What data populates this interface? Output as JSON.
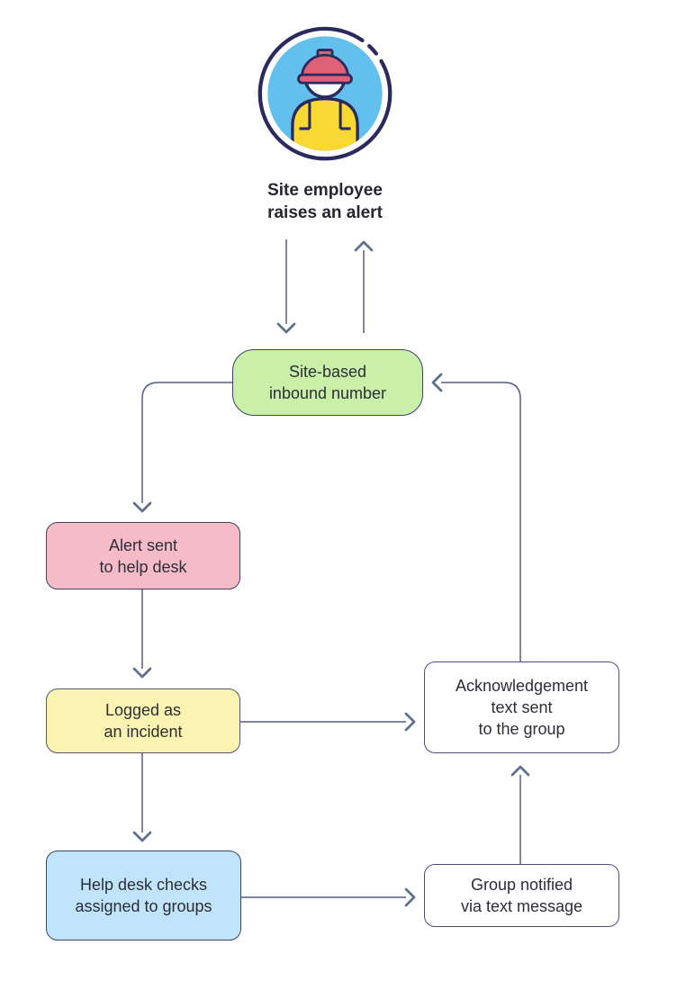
{
  "diagram": {
    "actor": {
      "icon": "construction-worker-avatar",
      "caption": "Site employee\nraises an alert"
    },
    "nodes": {
      "inbound": {
        "label": "Site-based\ninbound number",
        "fill": "#c9efa8"
      },
      "alert": {
        "label": "Alert sent\nto help desk",
        "fill": "#f5bbc7"
      },
      "logged": {
        "label": "Logged as\nan incident",
        "fill": "#faf3b1"
      },
      "helpdesk": {
        "label": "Help desk checks\nassigned to groups",
        "fill": "#c0e4f9"
      },
      "ack": {
        "label": "Acknowledgement\ntext sent\nto the group",
        "fill": "#ffffff"
      },
      "group": {
        "label": "Group notified\nvia text message",
        "fill": "#ffffff"
      }
    },
    "edges": [
      {
        "from": "site-employee",
        "to": "site-based-inbound-number"
      },
      {
        "from": "site-based-inbound-number",
        "to": "site-employee"
      },
      {
        "from": "site-based-inbound-number",
        "to": "alert-sent-to-help-desk"
      },
      {
        "from": "alert-sent-to-help-desk",
        "to": "logged-as-an-incident"
      },
      {
        "from": "logged-as-an-incident",
        "to": "help-desk-checks-assigned-to-groups"
      },
      {
        "from": "logged-as-an-incident",
        "to": "acknowledgement-text-sent-to-the-group"
      },
      {
        "from": "help-desk-checks-assigned-to-groups",
        "to": "group-notified-via-text-message"
      },
      {
        "from": "group-notified-via-text-message",
        "to": "acknowledgement-text-sent-to-the-group"
      },
      {
        "from": "acknowledgement-text-sent-to-the-group",
        "to": "site-based-inbound-number"
      }
    ],
    "colors": {
      "line": "#565b84",
      "arrowhead": "#5d718c",
      "node_border": "#3e4169",
      "white_node_border": "#4c4c7e",
      "text": "#2d2d38",
      "caption_text": "#26262e",
      "icon_ring": "#2b2a5e",
      "icon_background": "#63bfeb",
      "icon_hat": "#e06078",
      "icon_vest": "#f8d832",
      "icon_face": "#ffffff"
    }
  }
}
